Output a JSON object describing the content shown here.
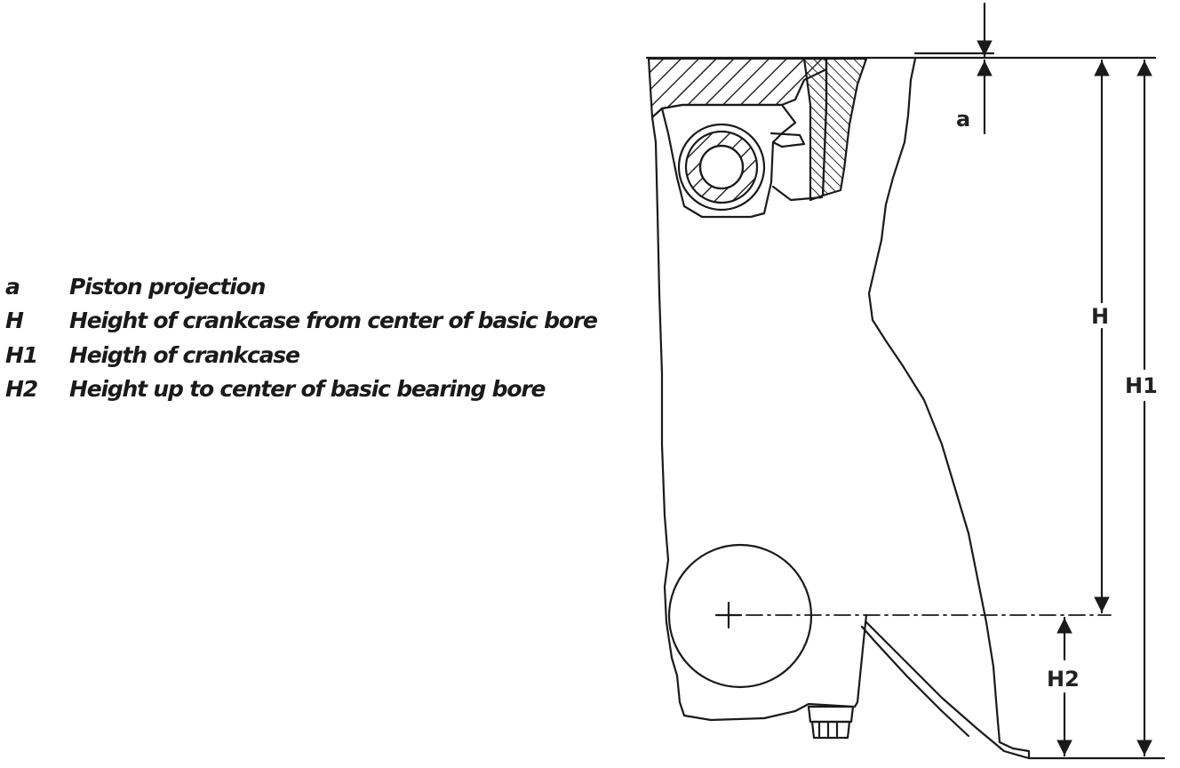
{
  "legend": [
    {
      "symbol": "a",
      "description": "Piston projection"
    },
    {
      "symbol": "H",
      "description": "Height of crankcase from center of basic bore"
    },
    {
      "symbol": "H1",
      "description": "Heigth of crankcase"
    },
    {
      "symbol": "H2",
      "description": "Height up to center of basic bearing bore"
    }
  ],
  "dimension_labels": {
    "a": "a",
    "h": "H",
    "h1": "H1",
    "h2": "H2"
  },
  "colors": {
    "line": "#1a1a1a",
    "hatch": "#2a2a2a",
    "background": "#ffffff"
  }
}
